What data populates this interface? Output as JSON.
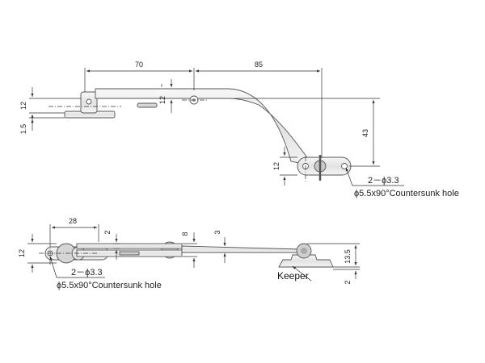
{
  "colors": {
    "part_fill": "#ebebeb",
    "part_stroke": "#555555",
    "line": "#333333",
    "background": "#ffffff"
  },
  "top_view": {
    "dim_70": "70",
    "dim_85": "85",
    "dim_12_left": "12",
    "dim_1_5": "1.5",
    "dim_12_mid": "12",
    "dim_43": "43",
    "dim_12_bottom": "12",
    "hole_note": "2－ϕ3.3",
    "countersink_note": "ϕ5.5x90°Countersunk hole"
  },
  "side_view": {
    "dim_28": "28",
    "dim_12": "12",
    "dim_2_a": "2",
    "dim_8": "8",
    "dim_3": "3",
    "dim_13_5": "13.5",
    "dim_2_b": "2",
    "hole_note": "2－ϕ3.3",
    "countersink_note": "ϕ5.5x90°Countersunk hole",
    "keeper_label": "Keeper"
  }
}
